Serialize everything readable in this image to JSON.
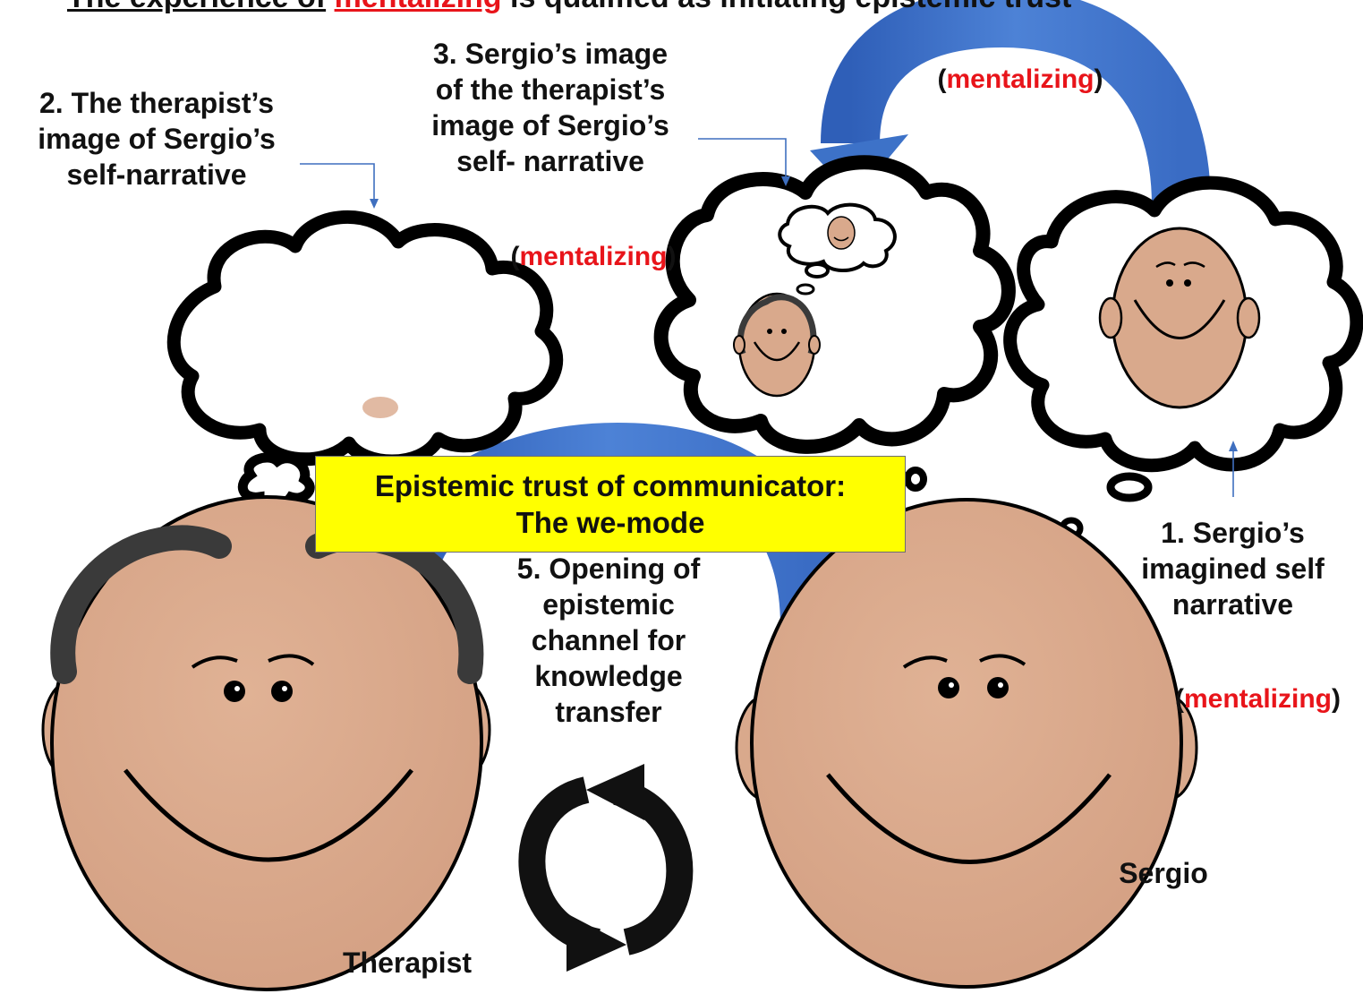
{
  "top_line": {
    "part1": "The experience of",
    "part2": "mentalizing",
    "part3": "is qualified as initiating epistemic trust"
  },
  "labels": {
    "label2": "2. The therapist’s\nimage of Sergio’s\nself-narrative",
    "label3": "3. Sergio’s image\nof the therapist’s\nimage of  Sergio’s\nself- narrative",
    "label1": "1. Sergio’s\nimagined self\nnarrative",
    "label5": "5. Opening of\nepistemic\nchannel for\nknowledge\ntransfer",
    "therapist": "Therapist",
    "sergio": "Sergio"
  },
  "mentalizing_tags": [
    {
      "open": "(",
      "word": "mentalizing",
      "close": ")"
    },
    {
      "open": "(",
      "word": "mentalizing",
      "close": ")"
    },
    {
      "open": "(",
      "word": "mentalizing",
      "close": ")"
    }
  ],
  "banner": {
    "line1": "Epistemic trust of communicator:",
    "line2": "The we-mode"
  },
  "colors": {
    "accent_red": "#e8141a",
    "arrow_blue": "#3c6fc7",
    "skin": "#d9a98c",
    "hair": "#3a3a3a",
    "banner": "#ffff00"
  }
}
